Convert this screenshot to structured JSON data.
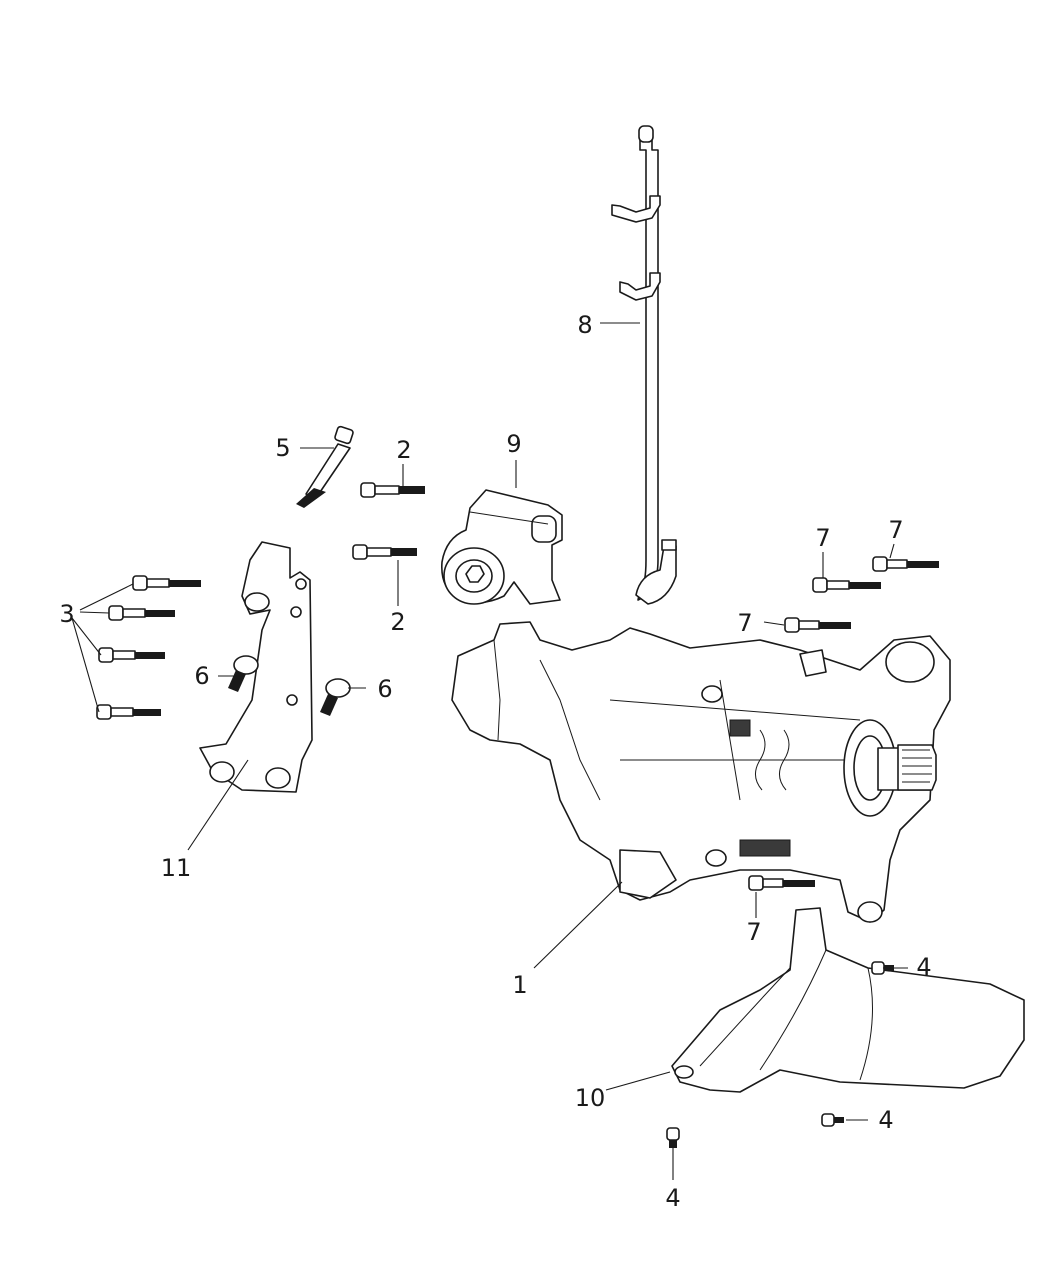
{
  "diagram": {
    "callouts": [
      {
        "id": "c1",
        "label": "1"
      },
      {
        "id": "c2a",
        "label": "2"
      },
      {
        "id": "c2b",
        "label": "2"
      },
      {
        "id": "c3",
        "label": "3"
      },
      {
        "id": "c4a",
        "label": "4"
      },
      {
        "id": "c4b",
        "label": "4"
      },
      {
        "id": "c4c",
        "label": "4"
      },
      {
        "id": "c5",
        "label": "5"
      },
      {
        "id": "c6a",
        "label": "6"
      },
      {
        "id": "c6b",
        "label": "6"
      },
      {
        "id": "c7a",
        "label": "7"
      },
      {
        "id": "c7b",
        "label": "7"
      },
      {
        "id": "c7c",
        "label": "7"
      },
      {
        "id": "c7d",
        "label": "7"
      },
      {
        "id": "c8",
        "label": "8"
      },
      {
        "id": "c9",
        "label": "9"
      },
      {
        "id": "c10",
        "label": "10"
      },
      {
        "id": "c11",
        "label": "11"
      }
    ]
  }
}
